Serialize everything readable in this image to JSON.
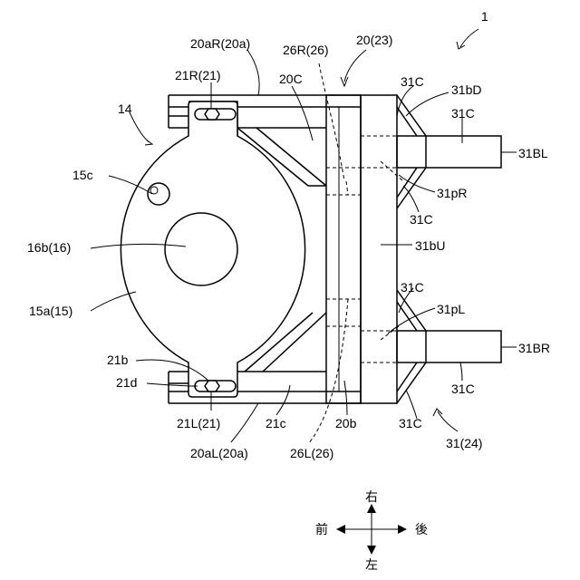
{
  "figure_number": "1",
  "labels": {
    "l14": "14",
    "l15c": "15c",
    "l16b": "16b(16)",
    "l15a": "15a(15)",
    "l21b": "21b",
    "l21d": "21d",
    "l21R": "21R(21)",
    "l21L": "21L(21)",
    "l20aR": "20aR(20a)",
    "l20aL": "20aL(20a)",
    "l20C": "20C",
    "l26R": "26R(26)",
    "l26L": "26L(26)",
    "l20_23": "20(23)",
    "l21c": "21c",
    "l20b": "20b",
    "l31C_a": "31C",
    "l31C_b": "31C",
    "l31C_c": "31C",
    "l31C_d": "31C",
    "l31C_e": "31C",
    "l31C_f": "31C",
    "l31bD": "31bD",
    "l31BL": "31BL",
    "l31pR": "31pR",
    "l31bU": "31bU",
    "l31pL": "31pL",
    "l31BR": "31BR",
    "l31_24": "31(24)"
  },
  "compass": {
    "up": "右",
    "down": "左",
    "left": "前",
    "right": "後"
  }
}
